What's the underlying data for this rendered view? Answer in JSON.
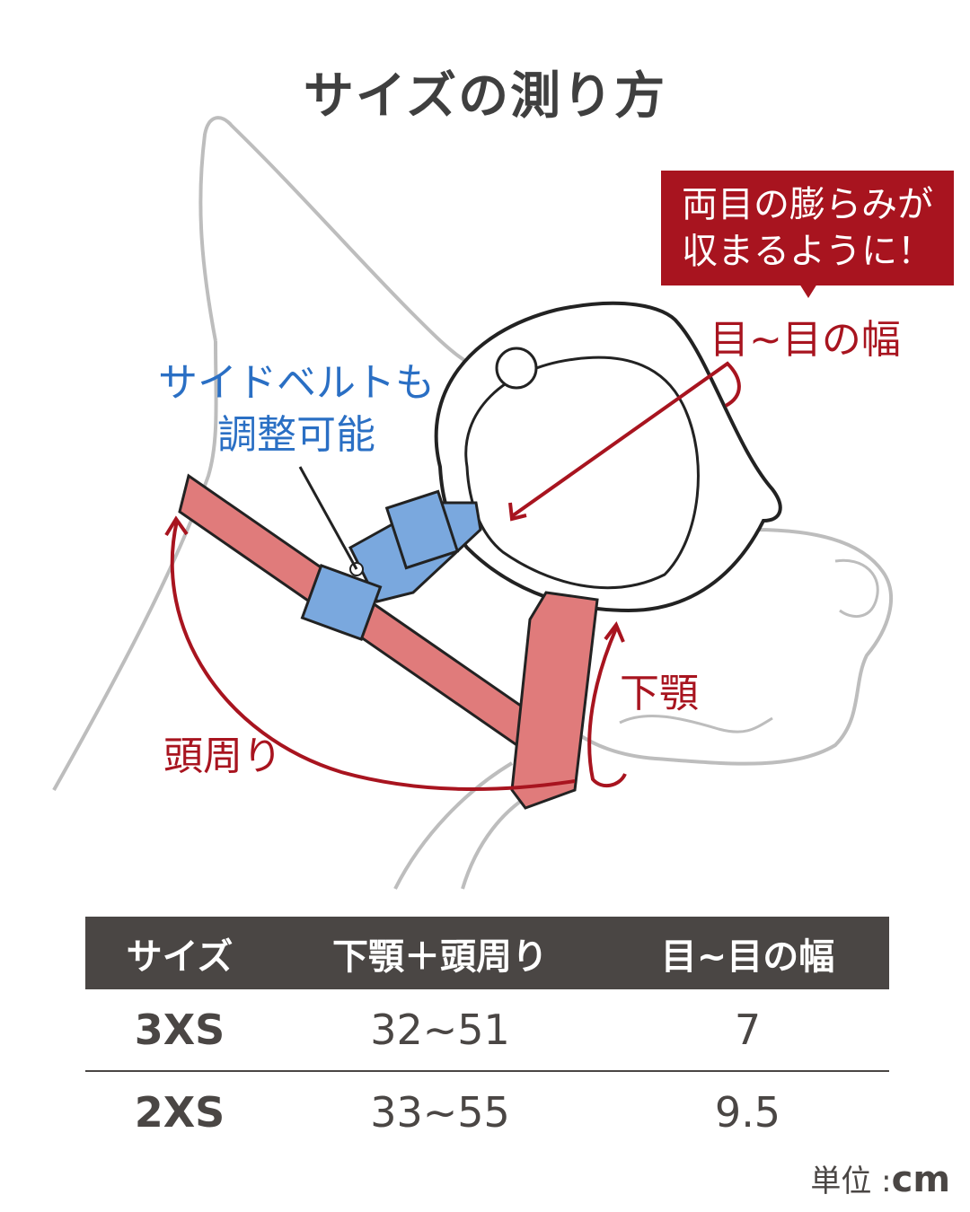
{
  "title": "サイズの測り方",
  "callout": {
    "line1": "両目の膨らみが",
    "line2": "収まるように！",
    "color": "#a8141f"
  },
  "labels": {
    "eye_width": "目~目の幅",
    "side_belt_line1": "サイドベルトも",
    "side_belt_line2": "調整可能",
    "lower_jaw": "下顎",
    "head_circumference": "頭周り"
  },
  "table": {
    "headers": [
      "サイズ",
      "下顎＋頭周り",
      "目~目の幅"
    ],
    "rows": [
      [
        "3XS",
        "32~51",
        "7"
      ],
      [
        "2XS",
        "33~55",
        "9.5"
      ]
    ]
  },
  "unit": {
    "label": "単位",
    "value": "cm"
  },
  "colors": {
    "red": "#a8141f",
    "blue": "#2a6fc4",
    "strap_red": "#e07b7b",
    "strap_blue": "#7aa8de",
    "header_bg": "#4a4644",
    "outline_gray": "#bdbdbd"
  }
}
